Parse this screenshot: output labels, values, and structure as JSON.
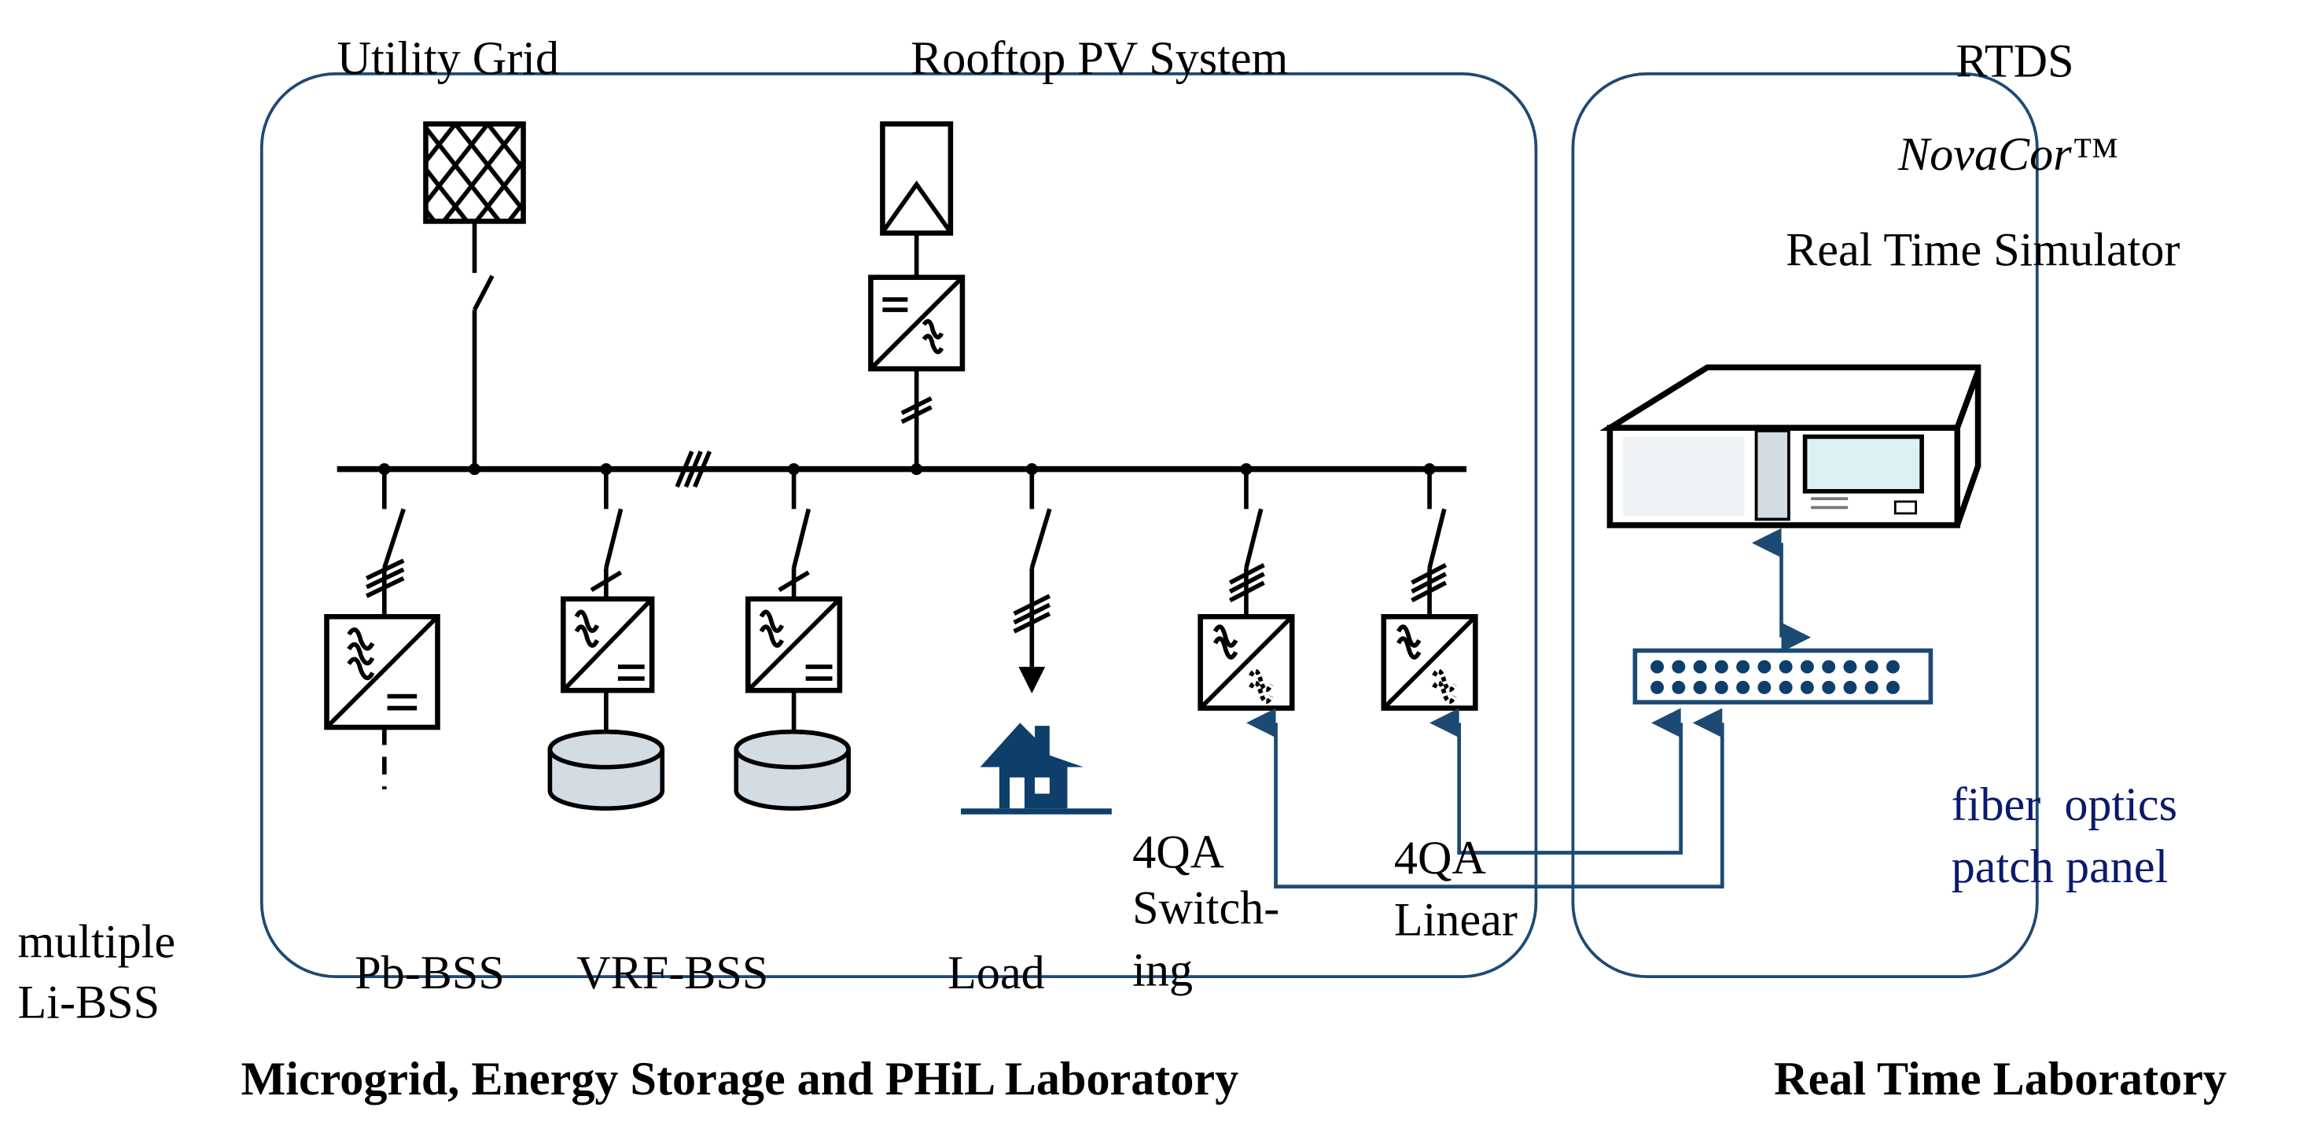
{
  "title": "Microgrid, Energy Storage and PHiL Laboratory with Real Time Laboratory",
  "colors": {
    "frame": "#1d4a73",
    "signal": "#1d4a73",
    "house": "#0e3f6b",
    "battery": "#d3dbe3",
    "patch_panel_text": "#0b1a6b",
    "simulator_screen": "#ddf1f4",
    "simulator_side": "#d3dbe3"
  },
  "labels": {
    "utility_grid": "Utility Grid",
    "rooftop_pv": "Rooftop PV System",
    "rtds": "RTDS",
    "novacor": "NovaCor™",
    "real_time_simulator": "Real Time Simulator",
    "fiber_optics_line1": "fiber  optics",
    "fiber_optics_line2": "patch panel",
    "multiple_line1": "multiple",
    "multiple_line2": "Li-BSS",
    "pb_bss": "Pb-BSS",
    "vrf_bss": "VRF-BSS",
    "load": "Load",
    "qa_switching_line1": "4QA",
    "qa_switching_line2": "Switch-",
    "qa_switching_line3": "ing",
    "qa_linear_line1": "4QA",
    "qa_linear_line2": "Linear"
  },
  "sections": {
    "microgrid_lab": "Microgrid, Energy Storage and PHiL Laboratory",
    "real_time_lab": "Real Time Laboratory"
  },
  "symbols": {
    "converters": [
      "ac-dc Li-BSS converter",
      "ac-dc VRF-BSS converter 1",
      "ac-dc VRF-BSS converter 2",
      "4QA switching amplifier",
      "4QA linear amplifier",
      "PV dc-ac inverter"
    ],
    "patch_panel_ports": 24
  }
}
